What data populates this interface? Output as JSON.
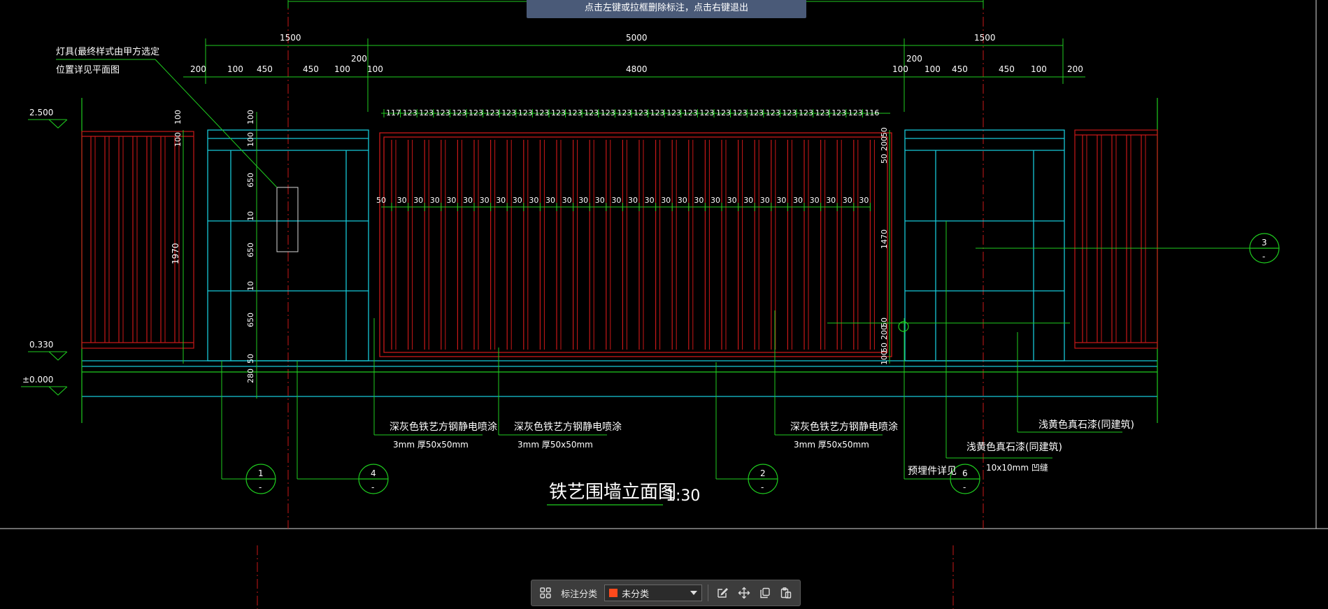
{
  "hint": "点击左键或拉框删除标注，点击右键退出",
  "drawing": {
    "title": "铁艺围墙立面图",
    "scale": "1:30",
    "note_lines": [
      "灯具(最终样式由甲方选定",
      "位置详见平面图"
    ],
    "levels": [
      "2.500",
      "0.330",
      "±0.000"
    ],
    "dims_top": [
      "1500",
      "5000",
      "1500"
    ],
    "dims_mid_left": [
      "200",
      "100",
      "450",
      "450",
      "100",
      "100"
    ],
    "dims_mid_center": [
      "200",
      "4800"
    ],
    "dims_mid_right": [
      "100",
      "200",
      "100",
      "450",
      "450",
      "100",
      "200"
    ],
    "pitch_first": "117",
    "pitch_repeat": "123",
    "pitch_last": "116",
    "bar_first": "50",
    "bar_repeat": "30",
    "left_vertical_dims": [
      "100",
      "100",
      "650",
      "10",
      "650",
      "10",
      "650",
      "50",
      "280"
    ],
    "left_overall": "1970",
    "right_vertical_dims": [
      "50",
      "200",
      "50",
      "1470",
      "50",
      "200",
      "50",
      "100"
    ],
    "labels": [
      {
        "line1": "深灰色铁艺方钢静电喷涂",
        "line2": "3mm  厚50x50mm"
      },
      {
        "line1": "深灰色铁艺方钢静电喷涂",
        "line2": "3mm  厚50x50mm"
      },
      {
        "line1": "深灰色铁艺方钢静电喷涂",
        "line2": "3mm  厚50x50mm"
      },
      {
        "line1": "浅黄色真石漆(同建筑)",
        "line2": ""
      },
      {
        "line1": "浅黄色真石漆(同建筑)",
        "line2": "10x10mm      凹缝"
      },
      {
        "line1": "预埋件详见",
        "line2": ""
      }
    ],
    "callouts": [
      {
        "num": "1",
        "sub": "-"
      },
      {
        "num": "4",
        "sub": "-"
      },
      {
        "num": "2",
        "sub": "-"
      },
      {
        "num": "6",
        "sub": "-"
      },
      {
        "num": "3",
        "sub": "-"
      }
    ]
  },
  "toolbar": {
    "category_label": "标注分类",
    "category_value": "未分类",
    "swatch_color": "#ff4a1c",
    "icons": [
      "grid-icon",
      "edit-icon",
      "move-icon",
      "copy-icon",
      "paste-icon"
    ]
  },
  "colors": {
    "green": "#1fcc1f",
    "red": "#c81818",
    "cyan": "#17c8d8",
    "white": "#ffffff"
  }
}
